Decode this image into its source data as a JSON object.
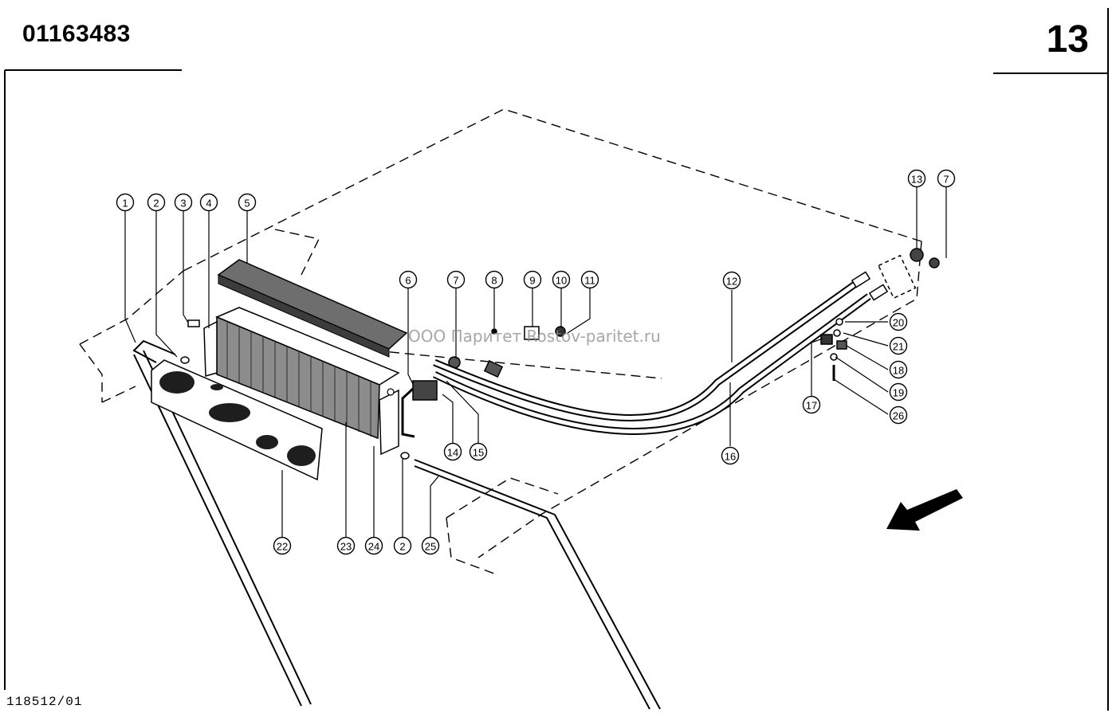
{
  "header": {
    "doc_number": "01163483",
    "page_number": "13"
  },
  "footer": {
    "drawing_code": "118512/01"
  },
  "watermark": {
    "text": "ООО Паритет  Rostov-paritet.ru"
  },
  "callouts": [
    {
      "label": "1"
    },
    {
      "label": "2"
    },
    {
      "label": "3"
    },
    {
      "label": "4"
    },
    {
      "label": "5"
    },
    {
      "label": "6"
    },
    {
      "label": "7"
    },
    {
      "label": "8"
    },
    {
      "label": "9"
    },
    {
      "label": "10"
    },
    {
      "label": "11"
    },
    {
      "label": "12"
    },
    {
      "label": "13"
    },
    {
      "label": "7"
    },
    {
      "label": "20"
    },
    {
      "label": "21"
    },
    {
      "label": "18"
    },
    {
      "label": "19"
    },
    {
      "label": "26"
    },
    {
      "label": "17"
    },
    {
      "label": "16"
    },
    {
      "label": "14"
    },
    {
      "label": "15"
    },
    {
      "label": "22"
    },
    {
      "label": "23"
    },
    {
      "label": "24"
    },
    {
      "label": "2"
    },
    {
      "label": "25"
    }
  ]
}
